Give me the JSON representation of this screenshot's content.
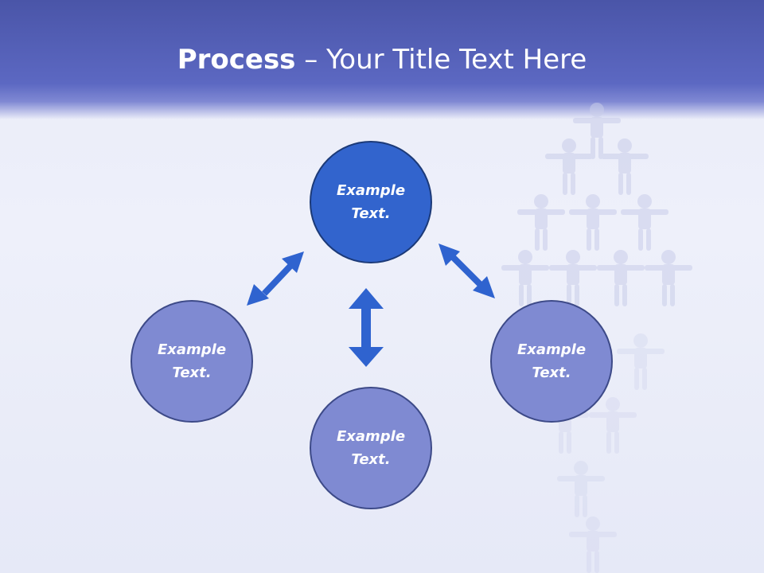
{
  "slide": {
    "title_bold": "Process",
    "title_rest": " – Your Title Text Here"
  },
  "nodes": {
    "top": {
      "line1": "Example",
      "line2": "Text."
    },
    "left": {
      "line1": "Example",
      "line2": "Text."
    },
    "bottom": {
      "line1": "Example",
      "line2": "Text."
    },
    "right": {
      "line1": "Example",
      "line2": "Text."
    }
  },
  "colors": {
    "header": "#5c68c2",
    "top_node": "#3264cd",
    "other_nodes": "#7f8ad2",
    "arrows": "#2f63cf"
  },
  "decoration": "paper-people-pyramid-image"
}
